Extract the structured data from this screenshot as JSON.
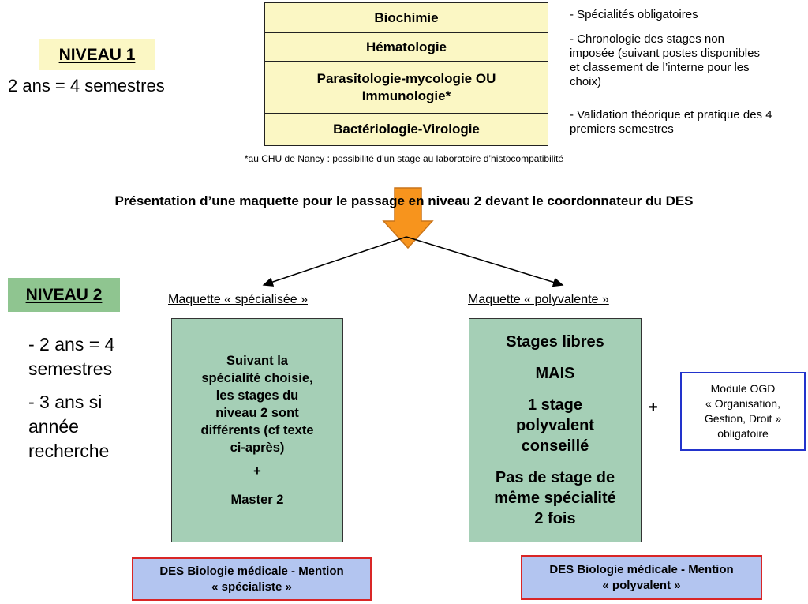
{
  "niveau1": {
    "label": "NIVEAU 1",
    "duration": "2 ans = 4 semestres",
    "table_rows": [
      "Biochimie",
      "Hématologie",
      "Parasitologie-mycologie OU Immunologie*",
      "Bactériologie-Virologie"
    ],
    "bullets": [
      "- Spécialités obligatoires",
      "- Chronologie des stages non imposée (suivant postes disponibles et classement de l’interne pour les choix)",
      "- Validation théorique et pratique des 4 premiers semestres"
    ],
    "footnote": "*au CHU de Nancy : possibilité d’un stage au laboratoire d’histocompatibilité"
  },
  "presentation": "Présentation d’une maquette pour le passage en niveau 2 devant le coordonnateur du DES",
  "niveau2": {
    "label": "NIVEAU 2",
    "lines": [
      "- 2 ans = 4",
      "semestres",
      "- 3 ans si",
      "année",
      "recherche"
    ]
  },
  "specialisee": {
    "title": "Maquette « spécialisée »",
    "body": [
      "Suivant la",
      "spécialité choisie,",
      "les stages du",
      "niveau 2 sont",
      "différents (cf texte",
      "ci-après)"
    ],
    "plus": "+",
    "master": "Master 2",
    "des_line1": "DES Biologie médicale - Mention",
    "des_line2": "« spécialiste »"
  },
  "polyvalente": {
    "title": "Maquette « polyvalente »",
    "line1": "Stages libres",
    "line2": "MAIS",
    "line3": [
      "1 stage",
      "polyvalent",
      "conseillé"
    ],
    "line4": [
      "Pas de stage de",
      "même spécialité",
      "2 fois"
    ],
    "des_line1": "DES Biologie médicale - Mention",
    "des_line2": "« polyvalent »"
  },
  "plus_sign": "+",
  "module": [
    "Module OGD",
    "« Organisation,",
    "Gestion, Droit »",
    "obligatoire"
  ],
  "colors": {
    "yellow_fill": "#fbf7c4",
    "green_fill": "#a5cfb6",
    "niveau2_green": "#8fc590",
    "blue_fill": "#b3c5f0",
    "red_border": "#d92626",
    "blue_border": "#2233cc",
    "arrow_orange": "#f7941d"
  }
}
